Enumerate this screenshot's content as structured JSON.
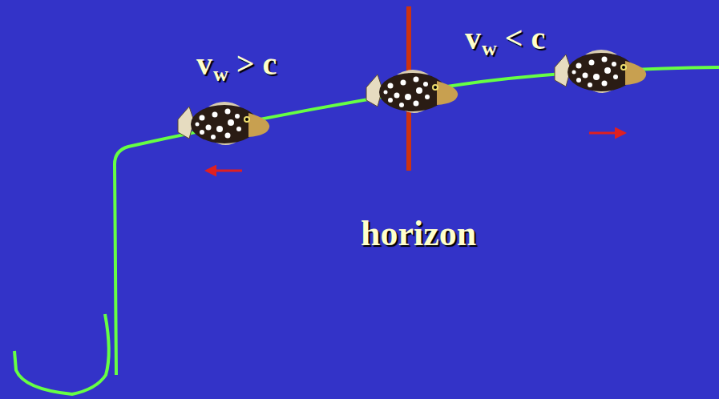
{
  "diagram": {
    "labels": [
      "v",
      "w",
      "> c",
      "v",
      "w",
      "< c",
      "horizon"
    ]
  }
}
